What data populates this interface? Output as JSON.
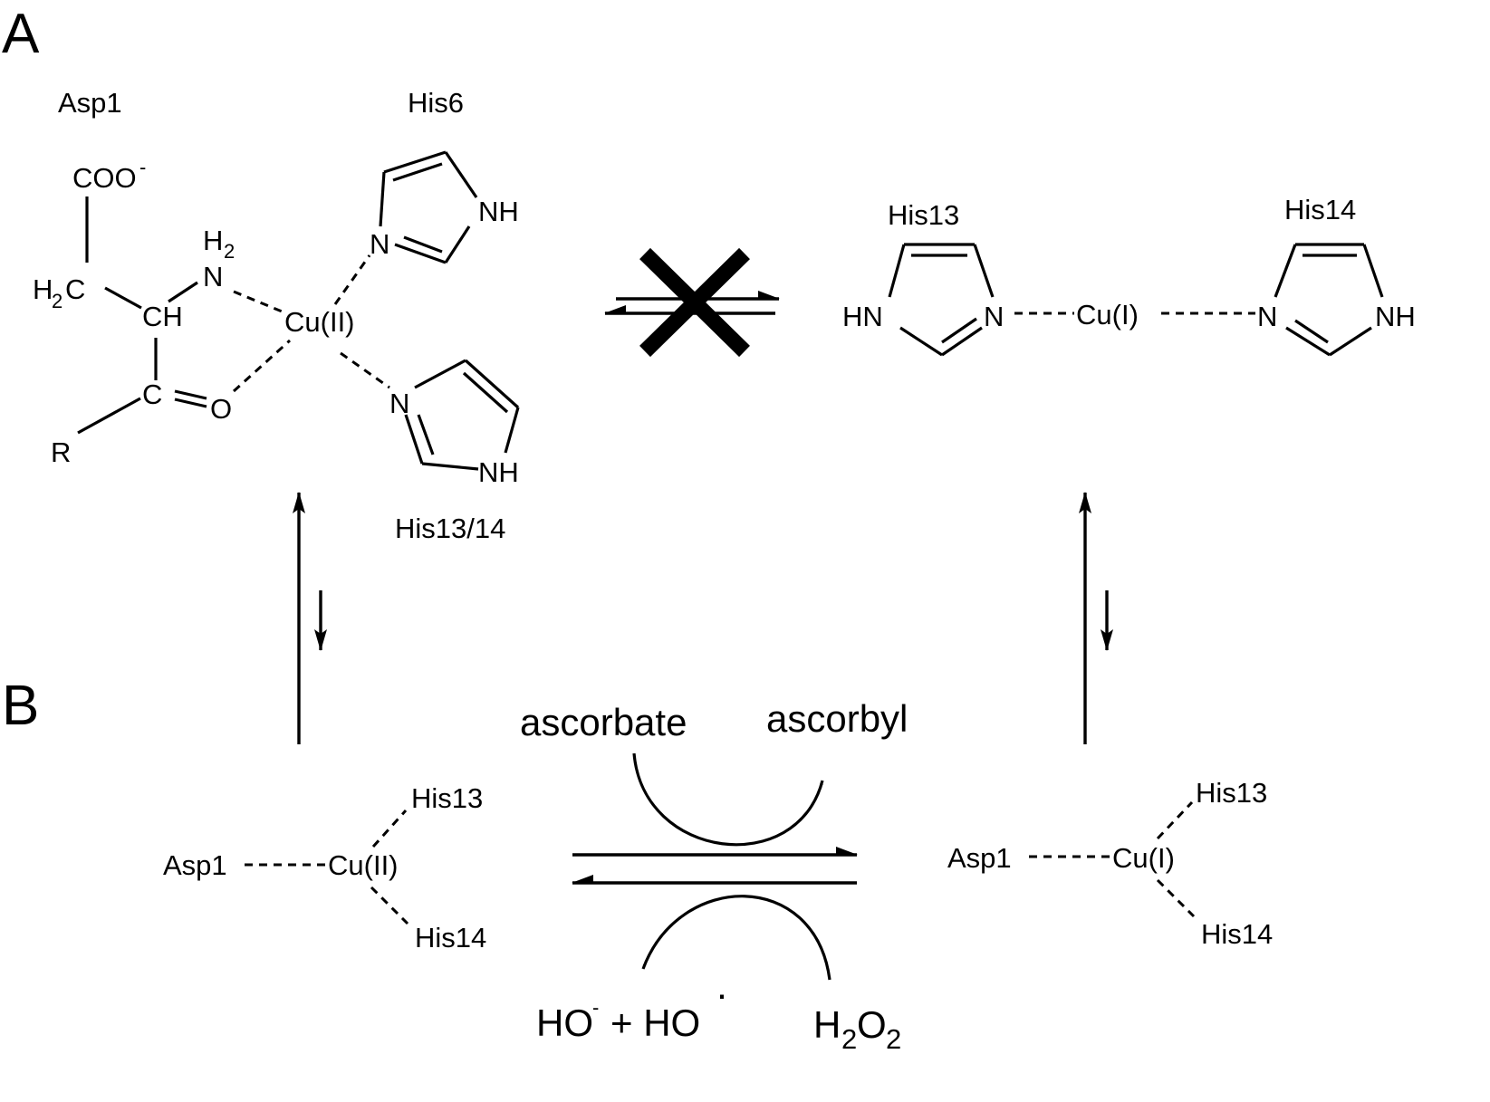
{
  "panels": {
    "a": "A",
    "b": "B"
  },
  "structure_a": {
    "asp1_label": "Asp1",
    "coo": "COO",
    "coo_charge": "-",
    "h2c_h": "H",
    "h2c_2": "2",
    "h2c_c": "C",
    "ch": "CH",
    "h2": "H",
    "h2_sub": "2",
    "n_amine": "N",
    "c_carbonyl": "C",
    "o_carbonyl": "O",
    "r": "R",
    "cu2": "Cu(II)",
    "his6_label": "His6",
    "his6_n": "N",
    "his6_nh": "NH",
    "his1314_label": "His13/14",
    "his1314_n": "N",
    "his1314_nh": "NH"
  },
  "structure_b": {
    "his13_label": "His13",
    "his14_label": "His14",
    "hn": "HN",
    "n_left": "N",
    "cu1": "Cu(I)",
    "n_right": "N",
    "nh": "NH"
  },
  "scheme_b": {
    "left": {
      "asp1": "Asp1",
      "cu": "Cu(II)",
      "his13": "His13",
      "his14": "His14"
    },
    "right": {
      "asp1": "Asp1",
      "cu": "Cu(I)",
      "his13": "His13",
      "his14": "His14"
    },
    "ascorbate": "ascorbate",
    "ascorbyl": "ascorbyl",
    "ho_minus_h": "HO",
    "ho_minus_charge": "-",
    "plus_ho": "+ HO",
    "radical_dot": "·",
    "h2o2_h": "H",
    "h2o2_2a": "2",
    "h2o2_o": "O",
    "h2o2_2b": "2"
  }
}
